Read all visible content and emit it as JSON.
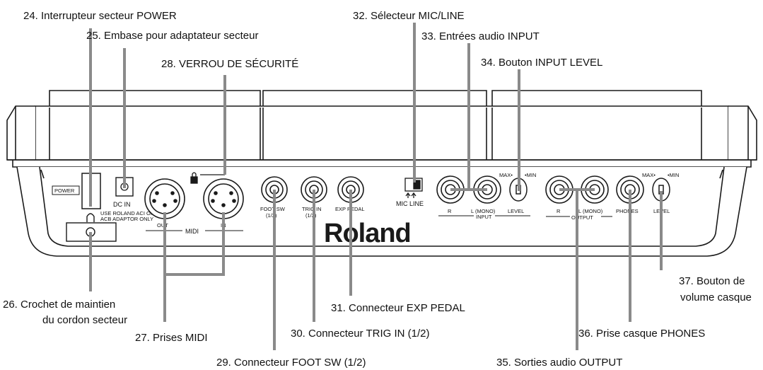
{
  "callouts": {
    "c24": "24. Interrupteur secteur POWER",
    "c25": "25. Embase pour adaptateur secteur",
    "c28": "28. VERROU DE SÉCURITÉ",
    "c32": "32. Sélecteur MIC/LINE",
    "c33": "33. Entrées audio INPUT",
    "c34": "34. Bouton INPUT LEVEL",
    "c26_line1": "26. Crochet de maintien",
    "c26_line2": "du cordon secteur",
    "c27": "27. Prises MIDI",
    "c29": "29. Connecteur FOOT SW (1/2)",
    "c30": "30. Connecteur TRIG IN (1/2)",
    "c31": "31. Connecteur EXP PEDAL",
    "c35": "35. Sorties audio OUTPUT",
    "c36": "36. Prise casque PHONES",
    "c37_line1": "37. Bouton de",
    "c37_line2": "volume casque"
  },
  "panel": {
    "power": "POWER",
    "dcin": "DC IN",
    "adaptor1": "USE ROLAND  ACI OR",
    "adaptor2": "ACB  ADAPTOR ONLY",
    "midi_out": "OUT",
    "midi_in": "IN",
    "midi": "MIDI",
    "footsw1": "FOOT SW",
    "footsw2": "(1/2)",
    "trigin1": "TRIG IN",
    "trigin2": "(1/2)",
    "exppedal": "EXP PEDAL",
    "mic_line": "MIC  LINE",
    "input_r": "R",
    "input_l": "L (MONO)",
    "input_level": "LEVEL",
    "input": "INPUT",
    "max": "MAX•",
    "min": "•MIN",
    "output_r": "R",
    "output_l": "L (MONO)",
    "output": "OUTPUT",
    "phones": "PHONES",
    "phones_level": "LEVEL",
    "max2": "MAX•",
    "min2": "•MIN",
    "brand": "Roland"
  }
}
